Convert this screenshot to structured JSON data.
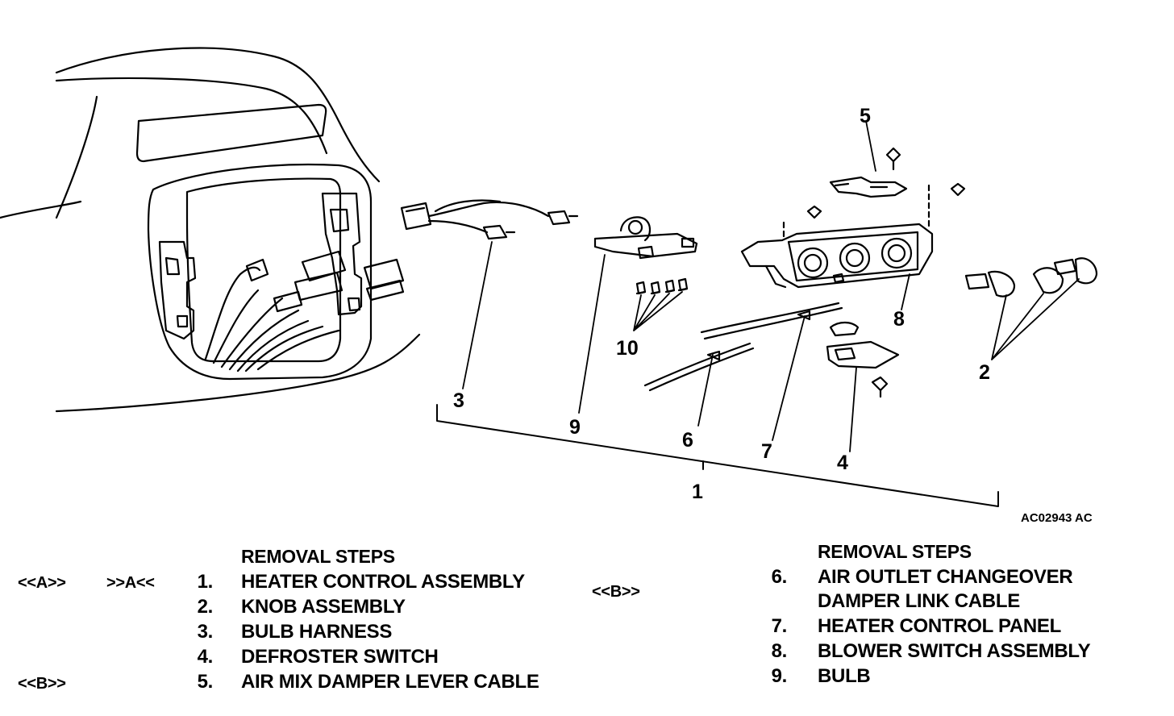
{
  "diagram": {
    "figure_id": "AC02943 AC",
    "callouts": [
      "1",
      "2",
      "3",
      "4",
      "5",
      "6",
      "7",
      "8",
      "9",
      "10"
    ]
  },
  "removal_steps": {
    "left": {
      "heading": "REMOVAL STEPS",
      "steps": [
        {
          "marker_a": "<<A>>",
          "marker_b": ">>A<<",
          "number": "1.",
          "label": "HEATER CONTROL ASSEMBLY"
        },
        {
          "marker_a": "",
          "marker_b": "",
          "number": "2.",
          "label": "KNOB ASSEMBLY"
        },
        {
          "marker_a": "",
          "marker_b": "",
          "number": "3.",
          "label": "BULB HARNESS"
        },
        {
          "marker_a": "",
          "marker_b": "",
          "number": "4.",
          "label": "DEFROSTER SWITCH"
        },
        {
          "marker_a": "<<B>>",
          "marker_b": "",
          "number": "5.",
          "label": "AIR MIX DAMPER LEVER CABLE"
        }
      ]
    },
    "right": {
      "heading": "REMOVAL STEPS",
      "marker": "<<B>>",
      "steps": [
        {
          "number": "6.",
          "label": "AIR OUTLET CHANGEOVER",
          "label_cont": "DAMPER LINK CABLE"
        },
        {
          "number": "7.",
          "label": "HEATER CONTROL PANEL"
        },
        {
          "number": "8.",
          "label": "BLOWER SWITCH ASSEMBLY"
        },
        {
          "number": "9.",
          "label": "BULB"
        }
      ]
    }
  }
}
